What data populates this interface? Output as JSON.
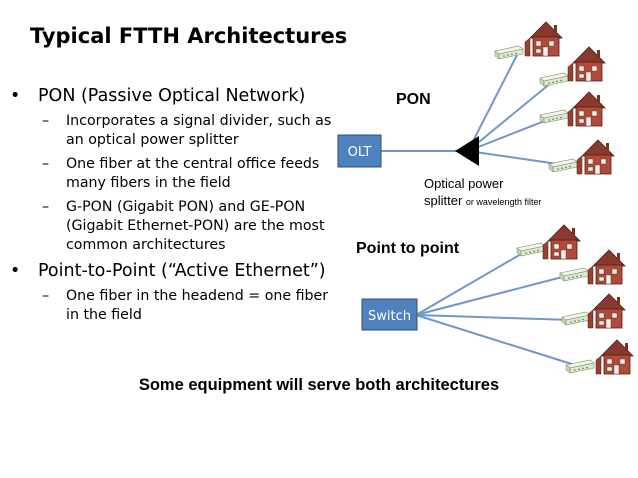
{
  "title": "Typical FTTH Architectures",
  "bullets": {
    "pon": {
      "text": "PON (Passive Optical Network)",
      "subs": [
        "Incorporates a signal divider, such as an optical power splitter",
        "One fiber at the central office feeds many fibers in the field",
        "G-PON (Gigabit PON) and GE-PON (Gigabit Ethernet-PON) are the most common architectures"
      ]
    },
    "p2p": {
      "text": "Point-to-Point (“Active Ethernet”)",
      "subs": [
        "One fiber in the headend =  one fiber in the field"
      ]
    }
  },
  "diagram": {
    "pon_label": "PON",
    "olt_label": "OLT",
    "splitter_label_main": "Optical power",
    "splitter_label_line2": "splitter",
    "splitter_label_small": "or wavelength filter",
    "p2p_label": "Point to point",
    "switch_label": "Switch"
  },
  "footer": "Some equipment will serve both architectures",
  "colors": {
    "box_blue": "#4f81bd",
    "fiber": "#6f97c9",
    "house_brick": "#b24a3a",
    "device": "#dfe9d0"
  }
}
